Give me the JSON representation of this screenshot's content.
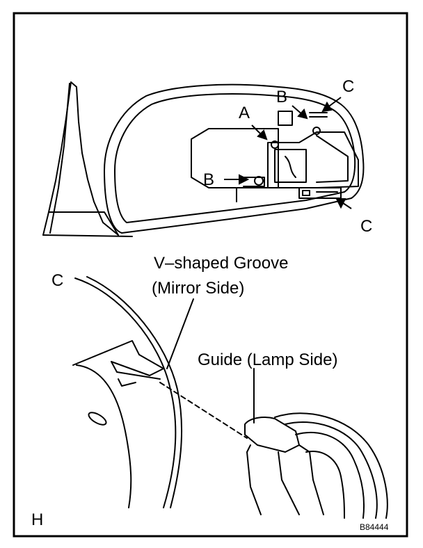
{
  "figure": {
    "top": {
      "label_a": "A",
      "label_b_upper": "B",
      "label_b_left": "B",
      "label_c_upper": "C",
      "label_c_lower": "C"
    },
    "bottom": {
      "view_label": "C",
      "groove_label_line1": "V–shaped Groove",
      "groove_label_line2": "(Mirror Side)",
      "guide_label": "Guide (Lamp Side)"
    },
    "corner_label": "H",
    "figure_code": "B84444"
  },
  "colors": {
    "line": "#000000",
    "background": "#ffffff"
  }
}
